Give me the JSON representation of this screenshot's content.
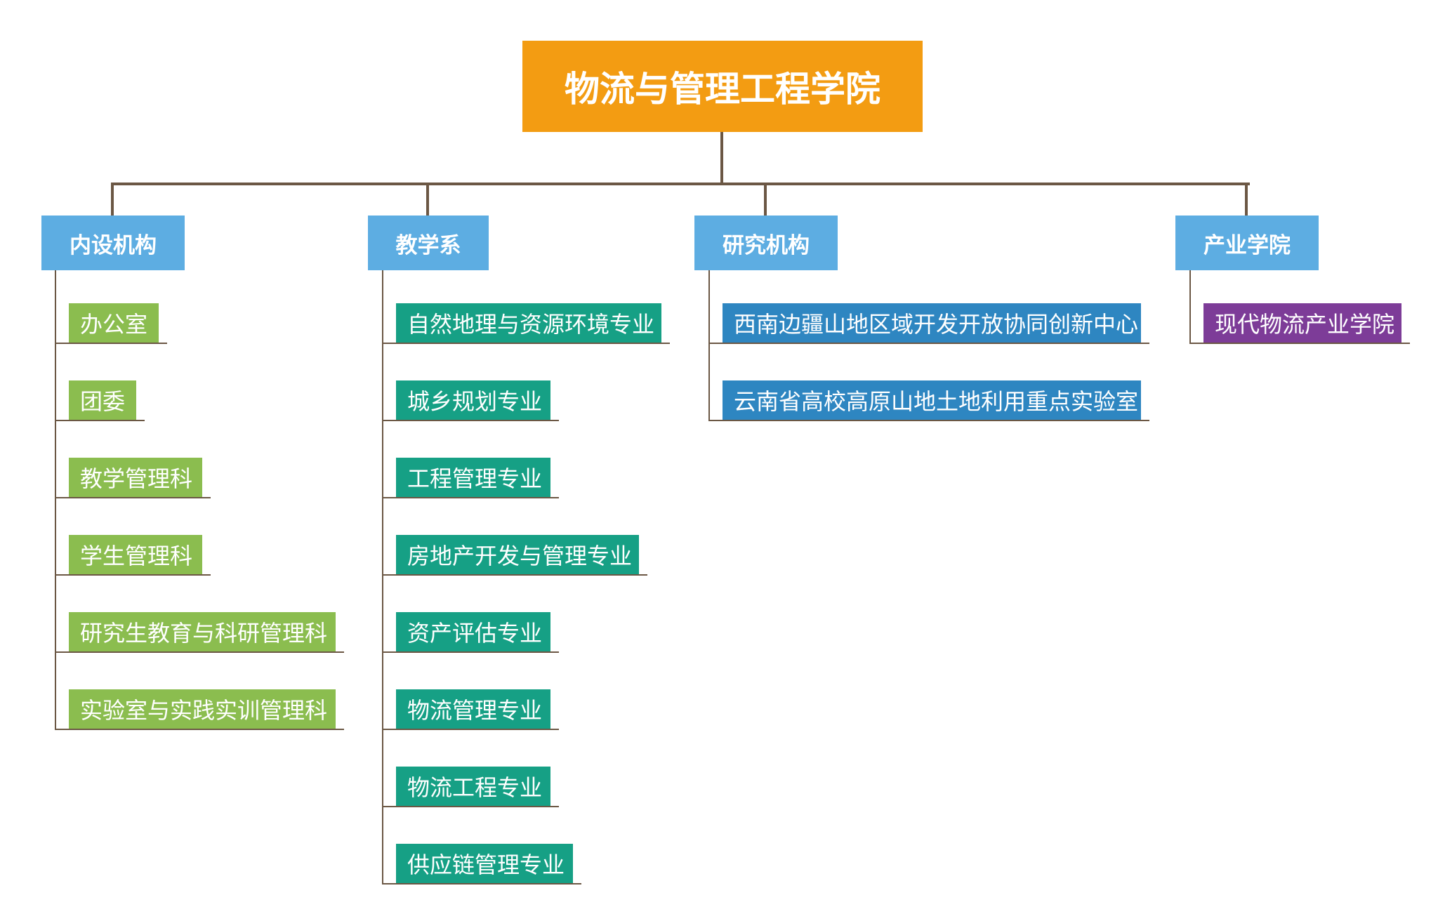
{
  "root": {
    "title": "物流与管理工程学院",
    "color": "#f39c12"
  },
  "categories": [
    {
      "id": "internal",
      "label": "内设机构",
      "color": "#5dade2",
      "leaf_color": "#8bbd4f",
      "children": [
        "办公室",
        "团委",
        "教学管理科",
        "学生管理科",
        "研究生教育与科研管理科",
        "实验室与实践实训管理科"
      ]
    },
    {
      "id": "teaching",
      "label": "教学系",
      "color": "#5dade2",
      "leaf_color": "#16a085",
      "children": [
        "自然地理与资源环境专业",
        "城乡规划专业",
        "工程管理专业",
        "房地产开发与管理专业",
        "资产评估专业",
        "物流管理专业",
        "物流工程专业",
        "供应链管理专业"
      ]
    },
    {
      "id": "research",
      "label": "研究机构",
      "color": "#5dade2",
      "leaf_color": "#2e86c1",
      "children": [
        "西南边疆山地区域开发开放协同创新中心",
        "云南省高校高原山地土地利用重点实验室"
      ]
    },
    {
      "id": "industry",
      "label": "产业学院",
      "color": "#5dade2",
      "leaf_color": "#7d3c98",
      "children": [
        "现代物流产业学院"
      ]
    }
  ]
}
